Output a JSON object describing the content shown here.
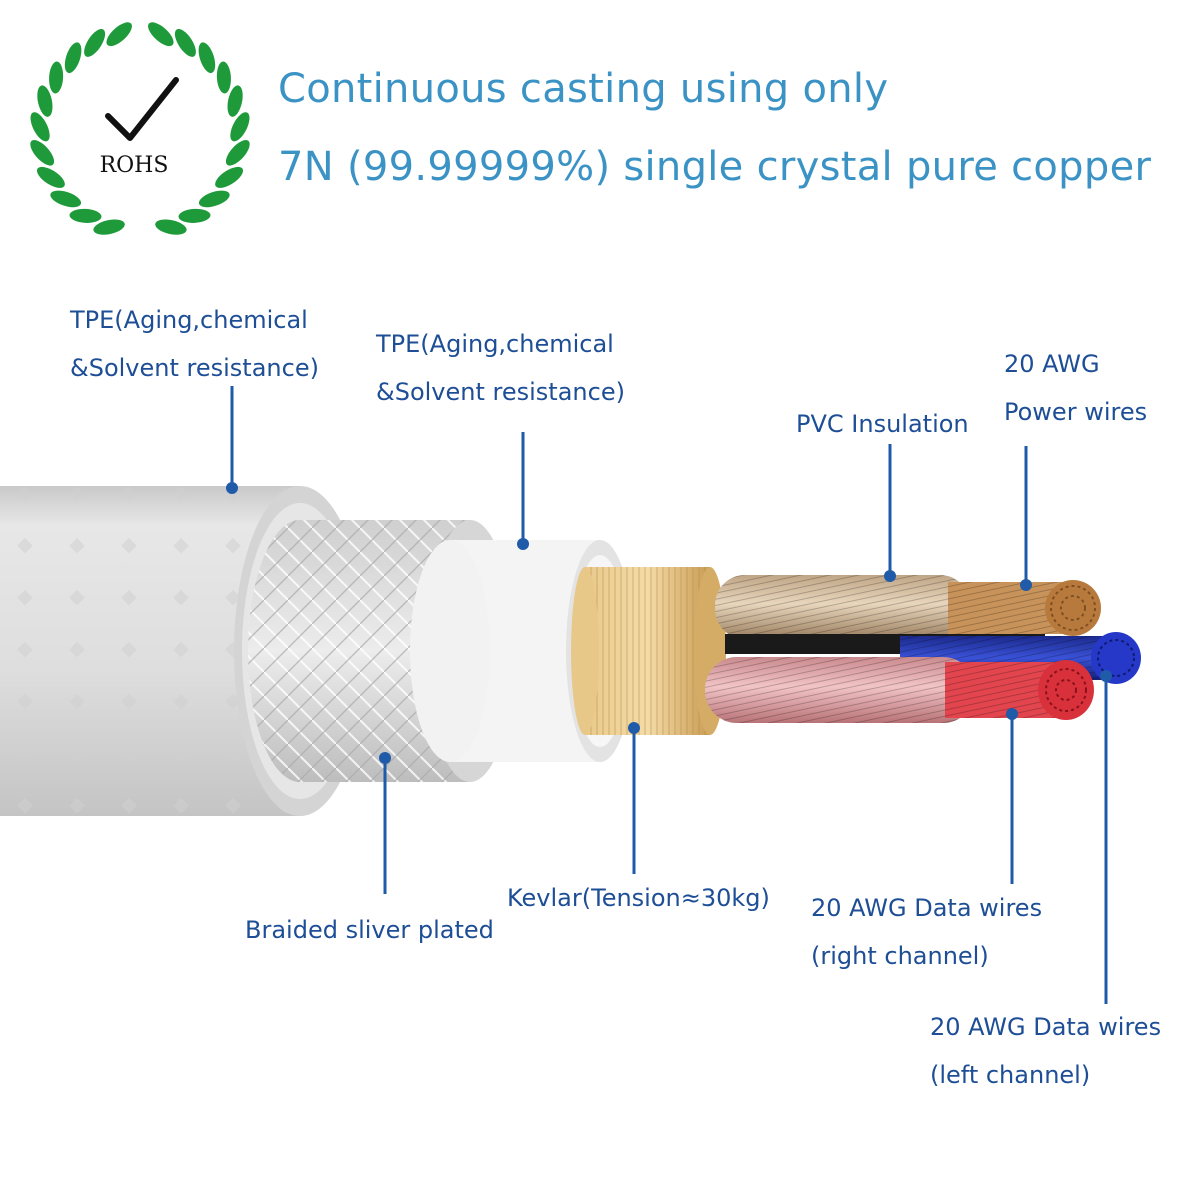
{
  "badge": {
    "text": "ROHS",
    "leaf_color": "#1f9a3a",
    "check_color": "#111111"
  },
  "headline": {
    "line1": "Continuous casting  using only",
    "line2": "7N (99.99999%) single crystal pure copper",
    "color": "#3b93c5"
  },
  "callouts": {
    "outer_jacket": {
      "line1": "TPE(Aging,chemical",
      "line2": "&Solvent resistance)"
    },
    "inner_jacket": {
      "line1": "TPE(Aging,chemical",
      "line2": "&Solvent resistance)"
    },
    "pvc_insulation": {
      "line1": "PVC Insulation"
    },
    "power_wires": {
      "line1": "20 AWG",
      "line2": "Power wires"
    },
    "braid": {
      "line1": "Braided sliver plated"
    },
    "kevlar": {
      "line1": "Kevlar(Tension≈30kg)"
    },
    "data_right": {
      "line1": "20 AWG Data wires",
      "line2": "(right channel)"
    },
    "data_left": {
      "line1": "20 AWG Data wires",
      "line2": "(left channel)"
    }
  },
  "colors": {
    "callout_text": "#1d4e96",
    "leader_line": "#1f5ba8",
    "jacket": "#dcdcdc",
    "copper": "#c8935a",
    "red_wire": "#e2454e",
    "blue_wire": "#2638c8"
  }
}
